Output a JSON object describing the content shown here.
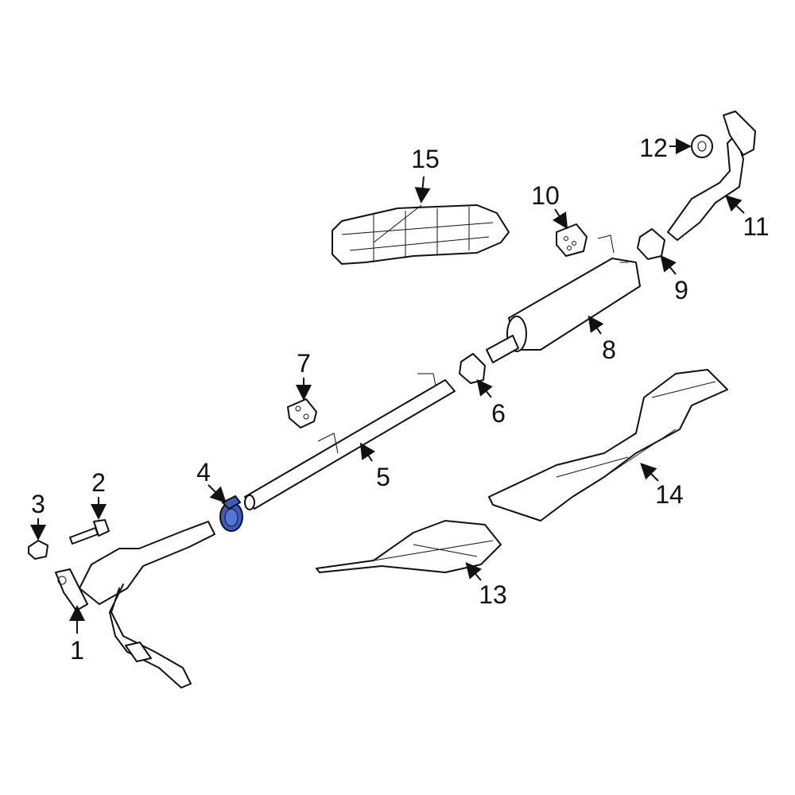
{
  "diagram": {
    "highlight_color": "#3b5cc4",
    "highlighted_part": "4",
    "callouts": [
      "1",
      "2",
      "3",
      "4",
      "5",
      "6",
      "7",
      "8",
      "9",
      "10",
      "11",
      "12",
      "13",
      "14",
      "15"
    ]
  }
}
